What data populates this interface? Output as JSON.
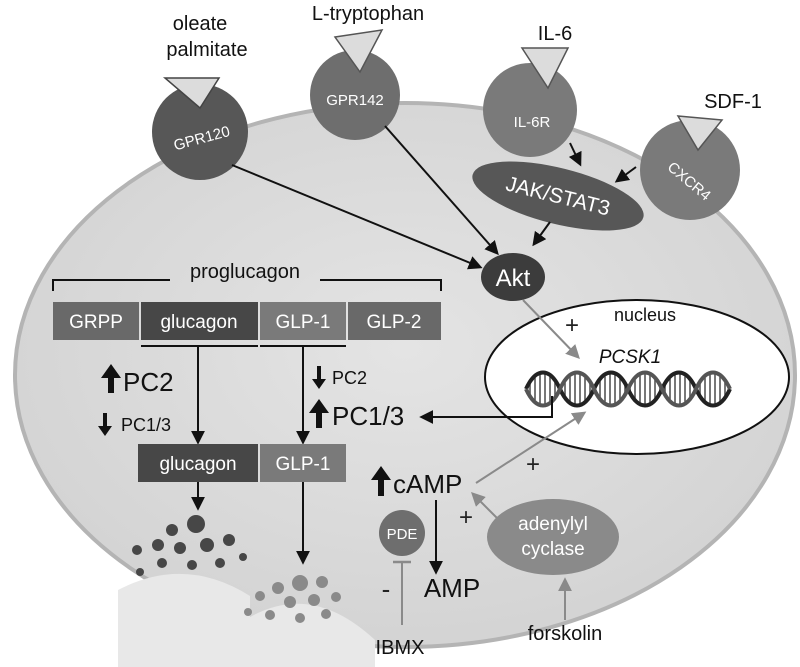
{
  "ligands": {
    "oleate": "oleate",
    "palmitate": "palmitate",
    "tryptophan": "L-tryptophan",
    "il6": "IL-6",
    "sdf1": "SDF-1"
  },
  "receptors": {
    "gpr120": "GPR120",
    "gpr142": "GPR142",
    "il6r": "IL-6R",
    "cxcr4": "CXCR4"
  },
  "signaling": {
    "jak_stat3": "JAK/STAT3",
    "akt": "Akt"
  },
  "proglucagon": {
    "title": "proglucagon",
    "segments": [
      "GRPP",
      "glucagon",
      "GLP-1",
      "GLP-2"
    ]
  },
  "processing": {
    "pc2_up": "PC2",
    "pc13_down": "PC1/3",
    "pc2_down": "PC2",
    "pc13_up": "PC1/3",
    "glucagon_product": "glucagon",
    "glp1_product": "GLP-1"
  },
  "nucleus": {
    "label": "nucleus",
    "gene": "PCSK1"
  },
  "camp_path": {
    "camp": "cAMP",
    "pde": "PDE",
    "amp": "AMP",
    "adenylyl_line1": "adenylyl",
    "adenylyl_line2": "cyclase",
    "forskolin": "forskolin",
    "ibmx": "IBMX",
    "minus": "-",
    "plus": "+"
  },
  "colors": {
    "cell_fill": "#dcdcdc",
    "cell_border": "#b4b4b4",
    "dark": "#575757",
    "medium": "#7a7a7a",
    "akt": "#3c3c3c",
    "arrow_gray": "#8a8a8a"
  }
}
